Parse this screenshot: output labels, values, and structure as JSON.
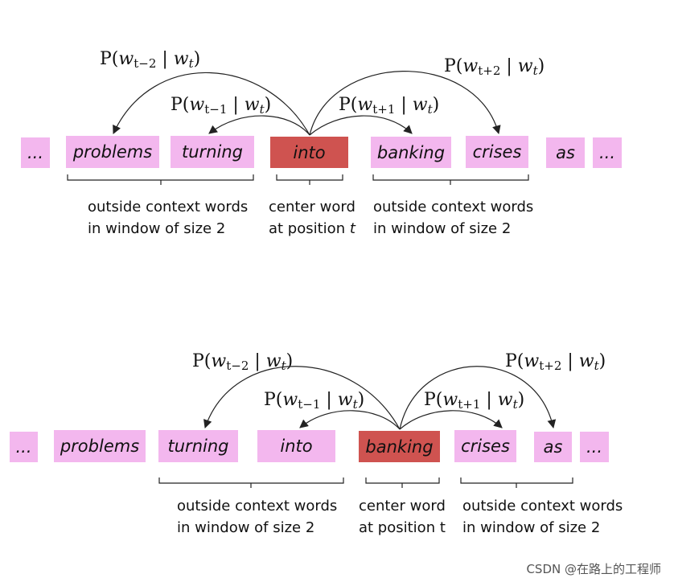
{
  "diagrams": [
    {
      "words": [
        {
          "text": "...",
          "role": "other"
        },
        {
          "text": "problems",
          "role": "context"
        },
        {
          "text": "turning",
          "role": "context"
        },
        {
          "text": "into",
          "role": "center"
        },
        {
          "text": "banking",
          "role": "context"
        },
        {
          "text": "crises",
          "role": "context"
        },
        {
          "text": "as",
          "role": "other"
        },
        {
          "text": "...",
          "role": "other"
        }
      ],
      "probs": {
        "m2": {
          "w": "w",
          "sub": "t−2",
          "given": "w",
          "gsub": "t"
        },
        "m1": {
          "w": "w",
          "sub": "t−1",
          "given": "w",
          "gsub": "t"
        },
        "p1": {
          "w": "w",
          "sub": "t+1",
          "given": "w",
          "gsub": "t"
        },
        "p2": {
          "w": "w",
          "sub": "t+2",
          "given": "w",
          "gsub": "t"
        }
      },
      "captions": {
        "left_l1": "outside context words",
        "left_l2": "in window of size 2",
        "center_l1": "center word",
        "center_l2_prefix": "at position ",
        "center_l2_var": "t",
        "right_l1": "outside context words",
        "right_l2": "in window of size 2"
      }
    },
    {
      "words": [
        {
          "text": "...",
          "role": "other"
        },
        {
          "text": "problems",
          "role": "other"
        },
        {
          "text": "turning",
          "role": "context"
        },
        {
          "text": "into",
          "role": "context"
        },
        {
          "text": "banking",
          "role": "center"
        },
        {
          "text": "crises",
          "role": "context"
        },
        {
          "text": "as",
          "role": "context"
        },
        {
          "text": "...",
          "role": "other"
        }
      ],
      "probs": {
        "m2": {
          "w": "w",
          "sub": "t−2",
          "given": "w",
          "gsub": "t"
        },
        "m1": {
          "w": "w",
          "sub": "t−1",
          "given": "w",
          "gsub": "t"
        },
        "p1": {
          "w": "w",
          "sub": "t+1",
          "given": "w",
          "gsub": "t"
        },
        "p2": {
          "w": "w",
          "sub": "t+2",
          "given": "w",
          "gsub": "t"
        }
      },
      "captions": {
        "left_l1": "outside context words",
        "left_l2": "in window of size 2",
        "center_l1": "center word",
        "center_l2_prefix": "at position ",
        "center_l2_var": "t",
        "right_l1": "outside context words",
        "right_l2": "in window of size 2"
      }
    }
  ],
  "watermark": "CSDN @在路上的工程师",
  "colors": {
    "context": "#f3b7ee",
    "center": "#cf5350",
    "line": "#222222"
  }
}
